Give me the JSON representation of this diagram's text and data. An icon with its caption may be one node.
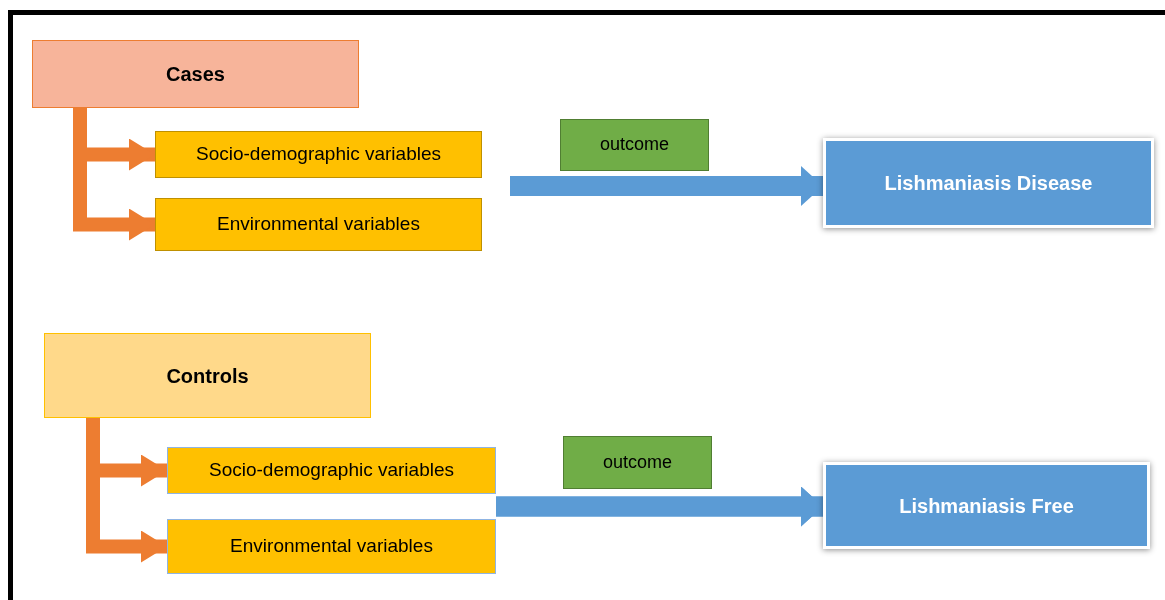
{
  "diagram": {
    "nodes": [
      {
        "text": [
          "Cases"
        ]
      },
      {
        "text": [
          "Socio-demographic variables"
        ]
      },
      {
        "text": [
          "Environmental variables"
        ]
      },
      {
        "text": [
          "outcome"
        ]
      },
      {
        "text": [
          "Lishmaniasis Disease"
        ]
      },
      {
        "text": [
          "Controls"
        ]
      },
      {
        "text": [
          "Socio-demographic variables"
        ]
      },
      {
        "text": [
          "Environmental variables"
        ]
      },
      {
        "text": [
          "outcome"
        ]
      },
      {
        "text": [
          "Lishmaniasis Free"
        ]
      }
    ],
    "edges": [
      {
        "from": 0,
        "to": 1,
        "arrow": "to",
        "color": "#ed7d31"
      },
      {
        "from": 0,
        "to": 2,
        "arrow": "to",
        "color": "#ed7d31"
      },
      {
        "from": null,
        "to": 4,
        "arrow": "to",
        "color": "#5b9bd5"
      },
      {
        "from": 5,
        "to": 6,
        "arrow": "to",
        "color": "#ed7d31"
      },
      {
        "from": 5,
        "to": 7,
        "arrow": "to",
        "color": "#ed7d31"
      },
      {
        "from": 6,
        "to": 9,
        "arrow": "to",
        "color": "#5b9bd5"
      },
      {
        "from": 7,
        "to": 9,
        "arrow": "to",
        "color": "#5b9bd5"
      }
    ]
  }
}
